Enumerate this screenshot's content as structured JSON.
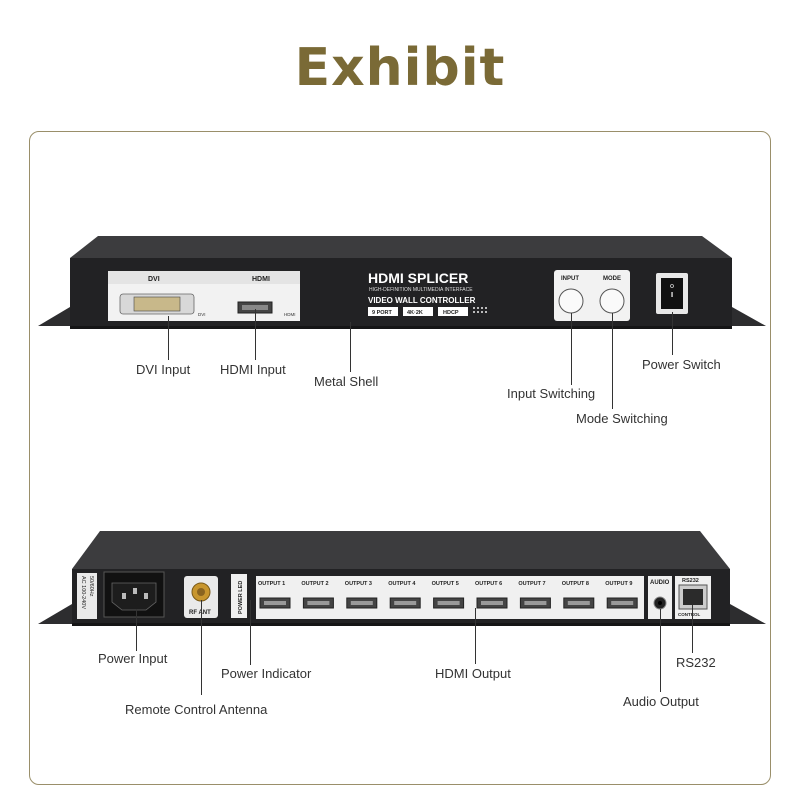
{
  "title": "Exhibit",
  "front_panel": {
    "dvi_tag": "DVI",
    "hdmi_tag": "HDMI",
    "dvi_small": "DVI",
    "hdmi_small": "HDMI",
    "brand_title": "HDMI SPLICER",
    "brand_sub": "HIGH-DEFINITION MULTIMEDIA INTERFACE",
    "brand_line": "VIDEO WALL CONTROLLER",
    "badge_port": "9 PORT",
    "badge_res": "4K·2K",
    "badge_hdcp": "HDCP",
    "input_btn_label": "INPUT",
    "mode_btn_label": "MODE"
  },
  "rear_panel": {
    "ac_label_1": "AC 100-240V",
    "ac_label_2": "50/60Hz",
    "rf_label": "RF ANT",
    "power_led_label": "POWER LED",
    "outputs": [
      "OUTPUT 1",
      "OUTPUT 2",
      "OUTPUT 3",
      "OUTPUT 4",
      "OUTPUT 5",
      "OUTPUT 6",
      "OUTPUT 7",
      "OUTPUT 8",
      "OUTPUT 9"
    ],
    "audio_label": "AUDIO",
    "rs232_label": "RS232",
    "control_label": "CONTROL"
  },
  "callouts": {
    "dvi_input": "DVI Input",
    "hdmi_input": "HDMI Input",
    "metal_shell": "Metal Shell",
    "input_switching": "Input Switching",
    "mode_switching": "Mode Switching",
    "power_switch": "Power Switch",
    "power_input": "Power Input",
    "power_indicator": "Power Indicator",
    "hdmi_output": "HDMI Output",
    "rs232": "RS232",
    "remote_antenna": "Remote Control Antenna",
    "audio_output": "Audio Output"
  },
  "colors": {
    "title": "#7a6a36",
    "frame": "#9a8f6a",
    "device": "#2a2a2c"
  }
}
